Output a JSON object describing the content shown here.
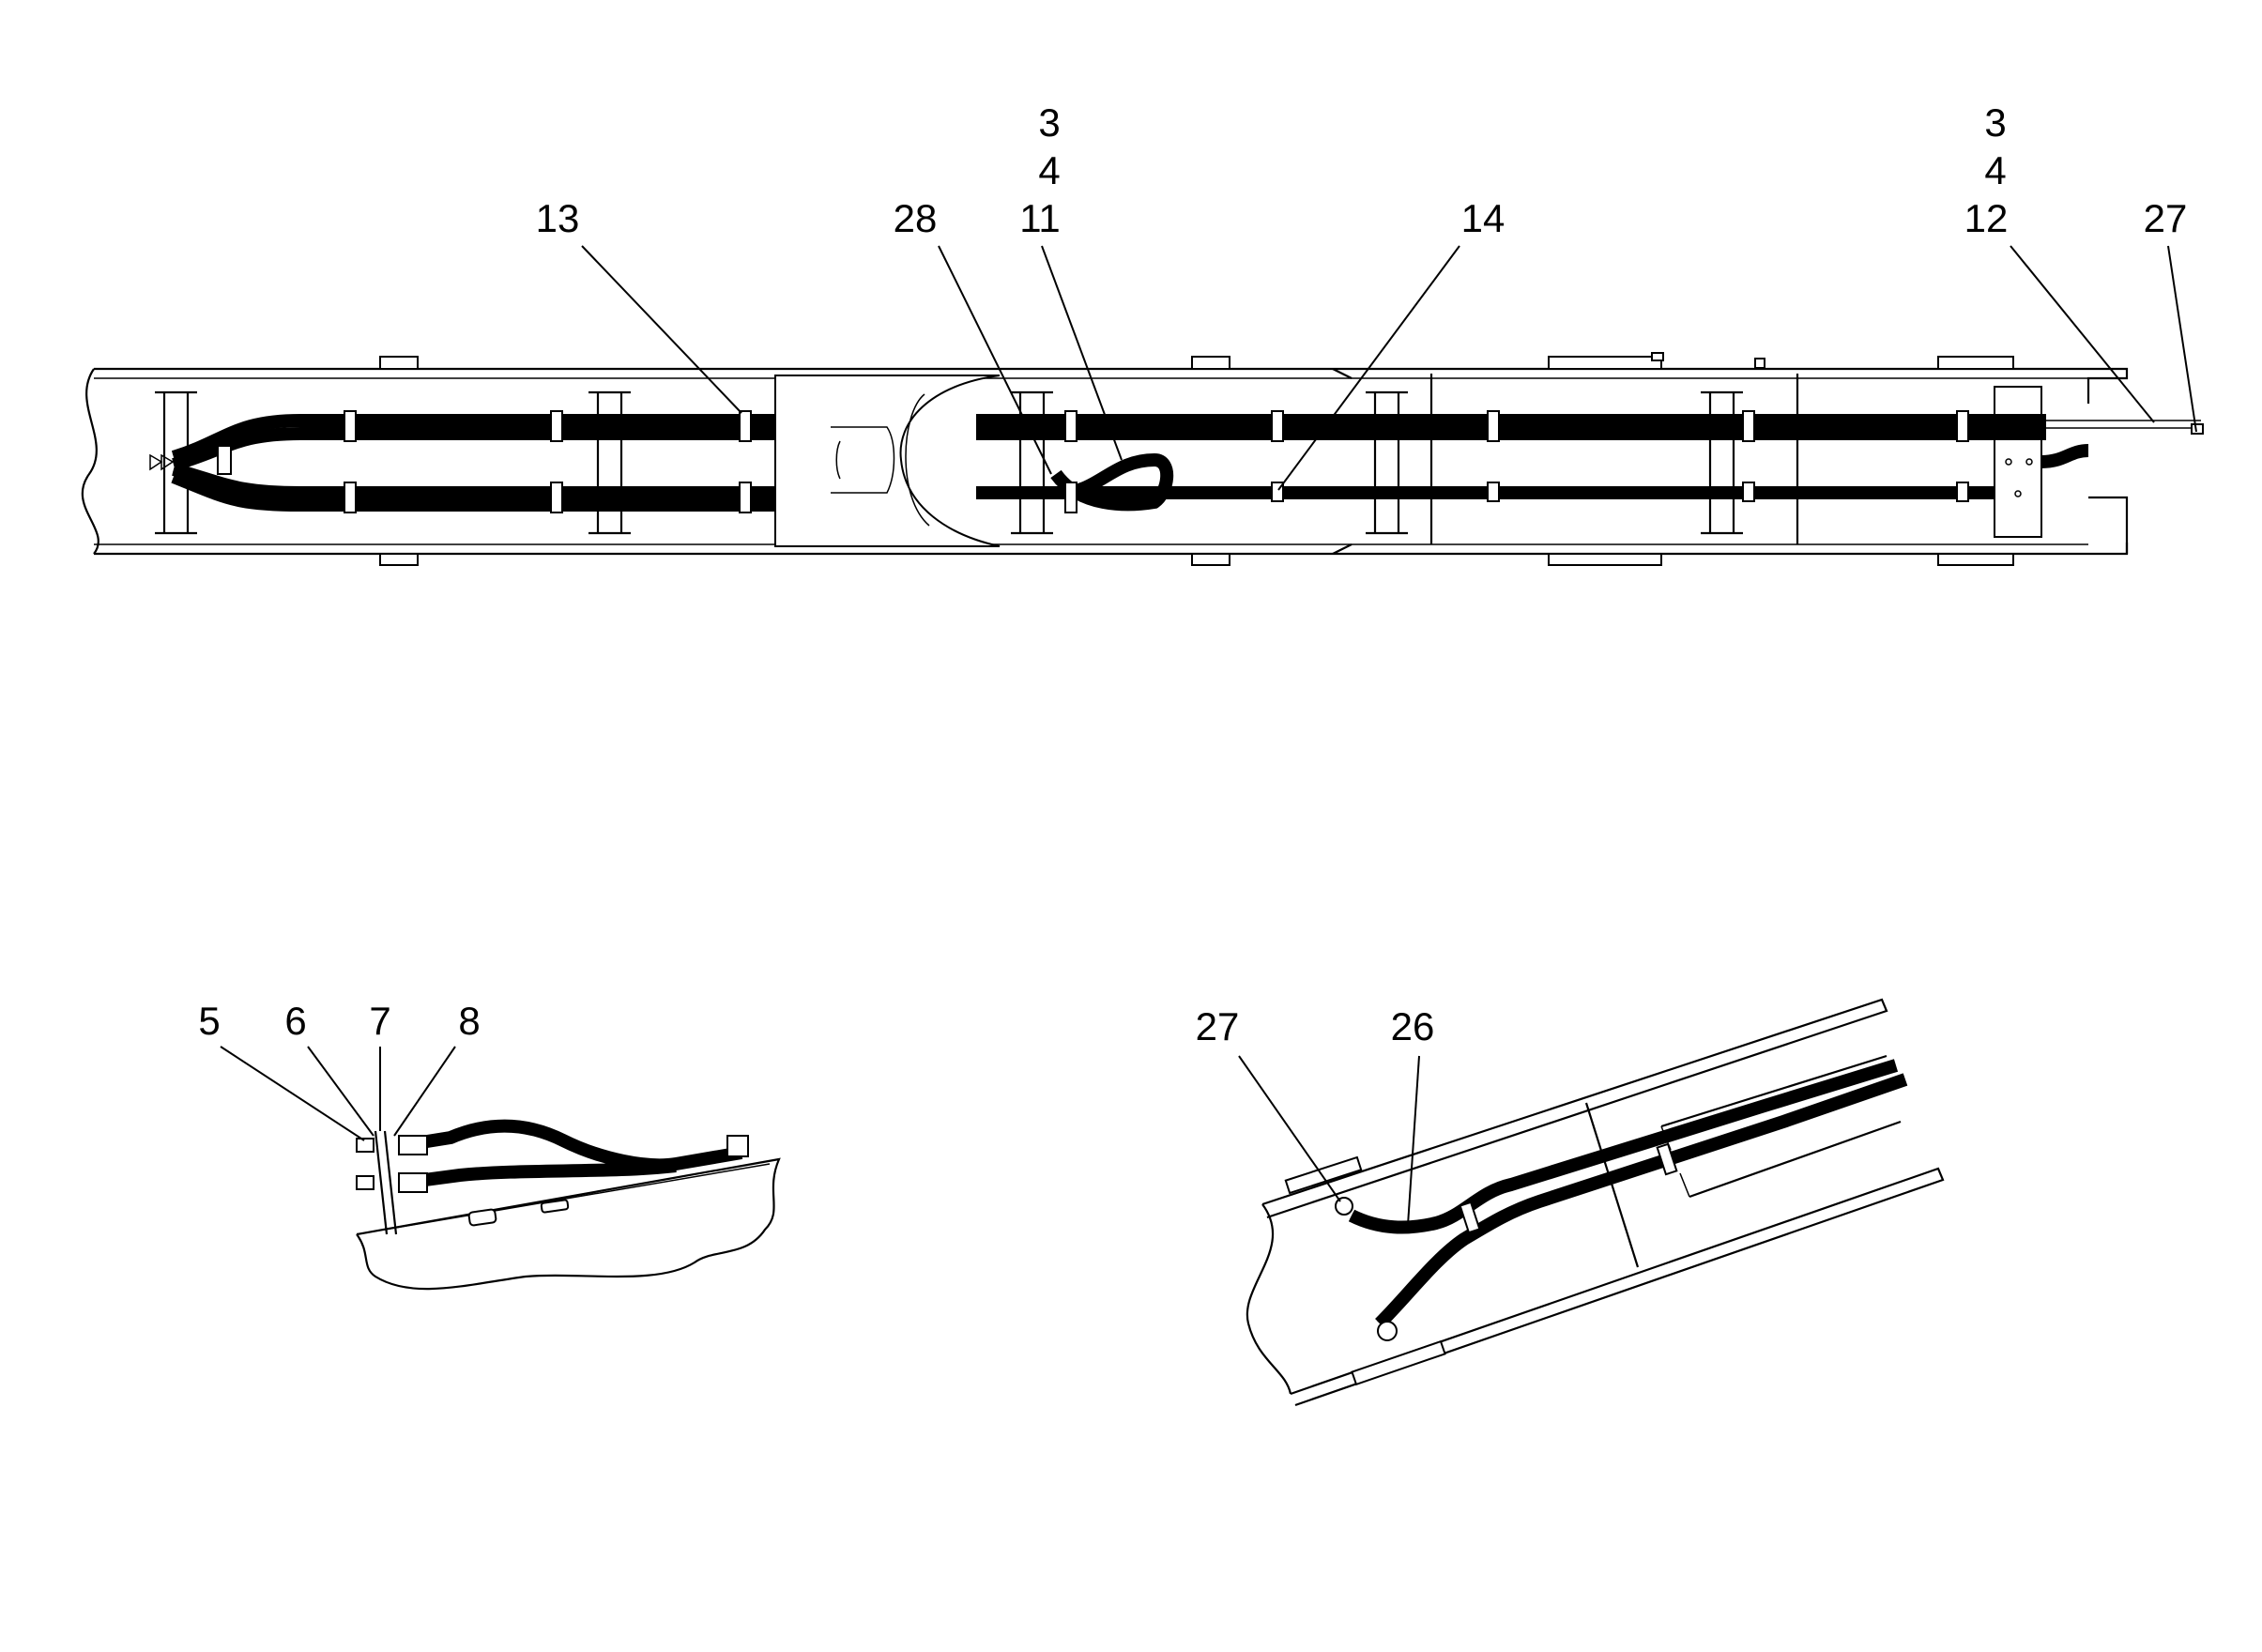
{
  "callouts": {
    "main_view": {
      "c13": "13",
      "c28": "28",
      "c3a": "3",
      "c4a": "4",
      "c11": "11",
      "c14": "14",
      "c3b": "3",
      "c4b": "4",
      "c12": "12",
      "c27": "27"
    },
    "detail_left": {
      "c5": "5",
      "c6": "6",
      "c7": "7",
      "c8": "8"
    },
    "detail_right": {
      "c27": "27",
      "c26": "26"
    }
  },
  "colors": {
    "line": "#000000",
    "background": "#ffffff"
  }
}
